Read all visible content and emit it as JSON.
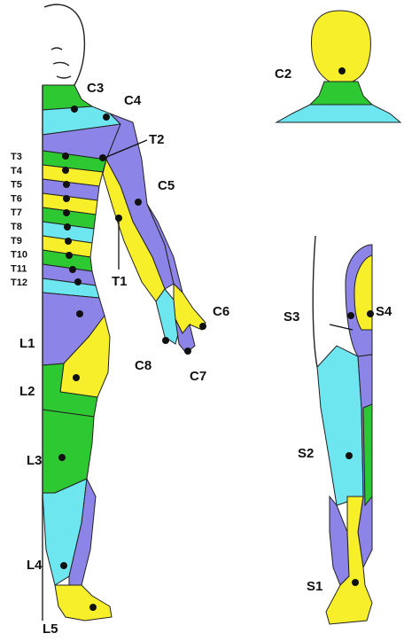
{
  "colors": {
    "yellow": "#f7ef2a",
    "green": "#2ec832",
    "cyan": "#6ee6f0",
    "purple": "#8c84e6",
    "skin": "#ffffff"
  },
  "front_figure": {
    "labels": {
      "C3": "C3",
      "C4": "C4",
      "T2": "T2",
      "C5": "C5",
      "T1": "T1",
      "C6": "C6",
      "C8": "C8",
      "C7": "C7",
      "L1": "L1",
      "L2": "L2",
      "L3": "L3",
      "L4": "L4",
      "L5": "L5"
    },
    "thoracic_labels": [
      "T3",
      "T4",
      "T5",
      "T6",
      "T7",
      "T8",
      "T9",
      "T10",
      "T11",
      "T12"
    ]
  },
  "back_head": {
    "label": "C2"
  },
  "back_leg": {
    "labels": {
      "S3": "S3",
      "S4": "S4",
      "S2": "S2",
      "S1": "S1"
    }
  }
}
